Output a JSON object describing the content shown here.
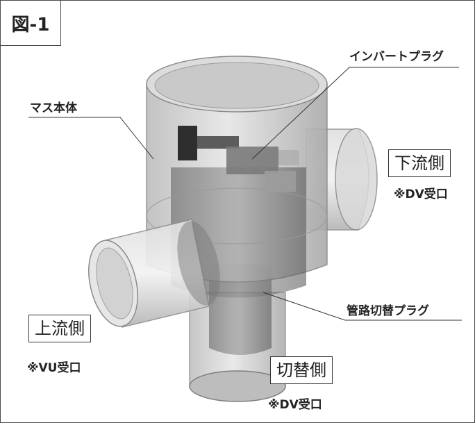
{
  "figure_tag": "図-1",
  "callouts": {
    "body": "マス本体",
    "invert_plug": "インバートプラグ",
    "switch_plug": "管路切替プラグ"
  },
  "ports": {
    "downstream": {
      "label": "下流側",
      "note": "※DV受口"
    },
    "upstream": {
      "label": "上流側",
      "note": "※VU受口"
    },
    "switch": {
      "label": "切替側",
      "note": "※DV受口"
    }
  },
  "colors": {
    "frame": "#4a4a4a",
    "pipe_fill": "#c8c8c8",
    "pipe_dark": "#6e6e6e",
    "text": "#222222"
  }
}
